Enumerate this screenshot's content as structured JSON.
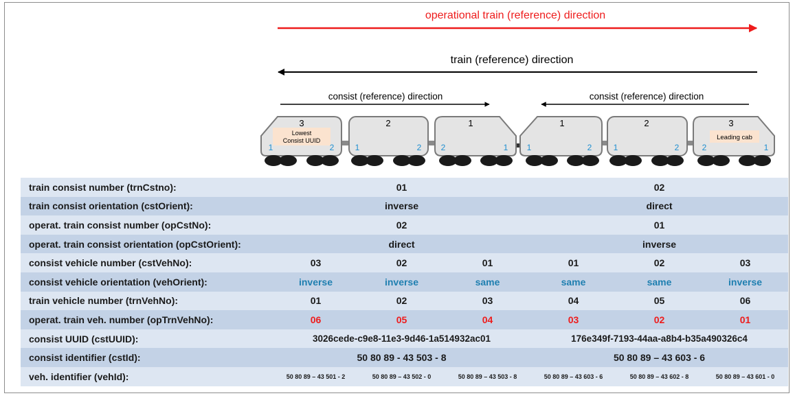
{
  "arrows": {
    "operational": "operational train (reference) direction",
    "train": "train (reference) direction",
    "consist_left": "consist (reference) direction",
    "consist_right": "consist (reference) direction"
  },
  "vehicles": [
    {
      "number": "3",
      "left": "1",
      "right": "2"
    },
    {
      "number": "2",
      "left": "1",
      "right": "2"
    },
    {
      "number": "1",
      "left": "2",
      "right": "1"
    },
    {
      "number": "1",
      "left": "1",
      "right": "2"
    },
    {
      "number": "2",
      "left": "1",
      "right": "2"
    },
    {
      "number": "3",
      "left": "2",
      "right": "1"
    }
  ],
  "notes": {
    "lowest_uuid": "Lowest Consist UUID",
    "leading_cab": "Leading cab"
  },
  "table": {
    "trnCstNo": {
      "label": "train consist number (trnCstno):",
      "c1": "01",
      "c2": "02"
    },
    "cstOrient": {
      "label": "train consist orientation (cstOrient):",
      "c1": "inverse",
      "c2": "direct"
    },
    "opCstNo": {
      "label": "operat. train consist number (opCstNo):",
      "c1": "02",
      "c2": "01"
    },
    "opCstOrient": {
      "label": "operat. train consist orientation (opCstOrient):",
      "c1": "direct",
      "c2": "inverse"
    },
    "cstVehNo": {
      "label": "consist vehicle number (cstVehNo):",
      "v": [
        "03",
        "02",
        "01",
        "01",
        "02",
        "03"
      ]
    },
    "vehOrient": {
      "label": "consist vehicle orientation (vehOrient):",
      "v": [
        "inverse",
        "inverse",
        "same",
        "same",
        "same",
        "inverse"
      ]
    },
    "trnVehNo": {
      "label": "train vehicle number (trnVehNo):",
      "v": [
        "01",
        "02",
        "03",
        "04",
        "05",
        "06"
      ]
    },
    "opTrnVehNo": {
      "label": "operat. train veh. number (opTrnVehNo):",
      "v": [
        "06",
        "05",
        "04",
        "03",
        "02",
        "01"
      ]
    },
    "cstUUID": {
      "label": "consist UUID (cstUUID):",
      "c1": "3026cede-c9e8-11e3-9d46-1a514932ac01",
      "c2": "176e349f-7193-44aa-a8b4-b35a490326c4"
    },
    "cstId": {
      "label": "consist identifier (cstId):",
      "c1": "50 80 89 - 43 503 - 8",
      "c2": "50 80 89 – 43 603 - 6"
    },
    "vehId": {
      "label": "veh. identifier (vehId):",
      "v": [
        "50 80 89 – 43 501 - 2",
        "50 80 89 – 43 502 - 0",
        "50 80 89 – 43 503 - 8",
        "50 80 89 – 43 603 - 6",
        "50 80 89 – 43 602 - 8",
        "50 80 89 – 43 601 - 0"
      ]
    }
  },
  "colors": {
    "operational_arrow": "#ee1c1c",
    "vehicle_end_number": "#1f8fd0",
    "orientation_text": "#1f7fb0",
    "op_vehicle_number": "#ee1c1c",
    "row_light": "#dde6f2",
    "row_dark": "#c3d2e6",
    "note_fill": "#fbe3cf"
  }
}
